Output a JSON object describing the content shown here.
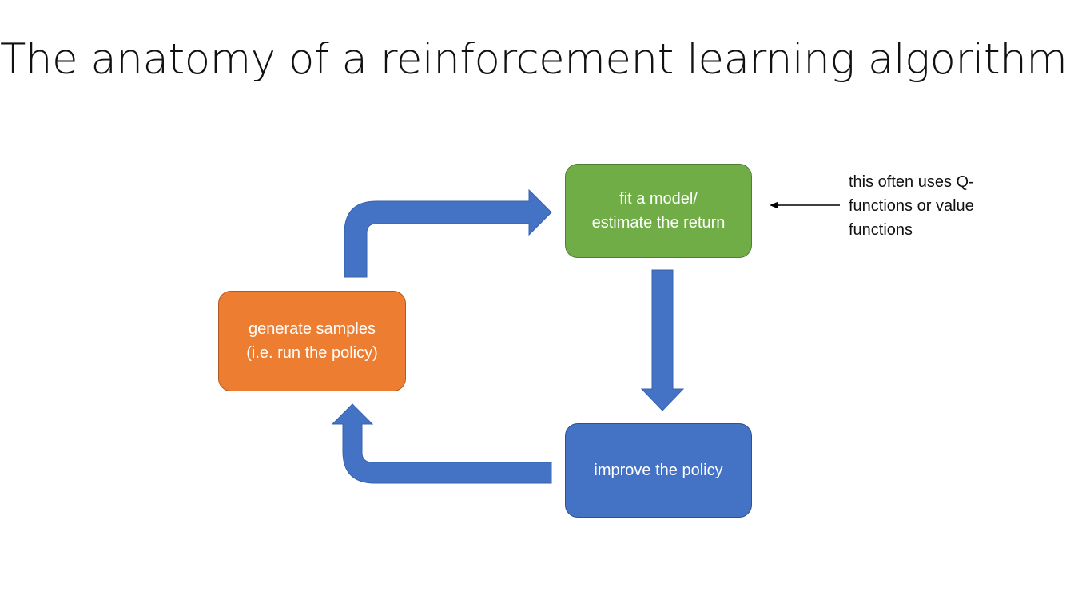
{
  "title": "The anatomy of a reinforcement learning algorithm",
  "nodes": {
    "generate": {
      "line1": "generate samples",
      "line2": "(i.e. run the policy)",
      "color": "#ed7d31"
    },
    "fit": {
      "line1": "fit a model/",
      "line2": "estimate the return",
      "color": "#70ad47"
    },
    "improve": {
      "line1": "improve the policy",
      "color": "#4472c4"
    }
  },
  "annotation": {
    "line1": "this often uses Q-",
    "line2": "functions or value",
    "line3": "functions"
  },
  "colors": {
    "flow_arrow": "#4472c4",
    "annotation_arrow": "#000000"
  }
}
